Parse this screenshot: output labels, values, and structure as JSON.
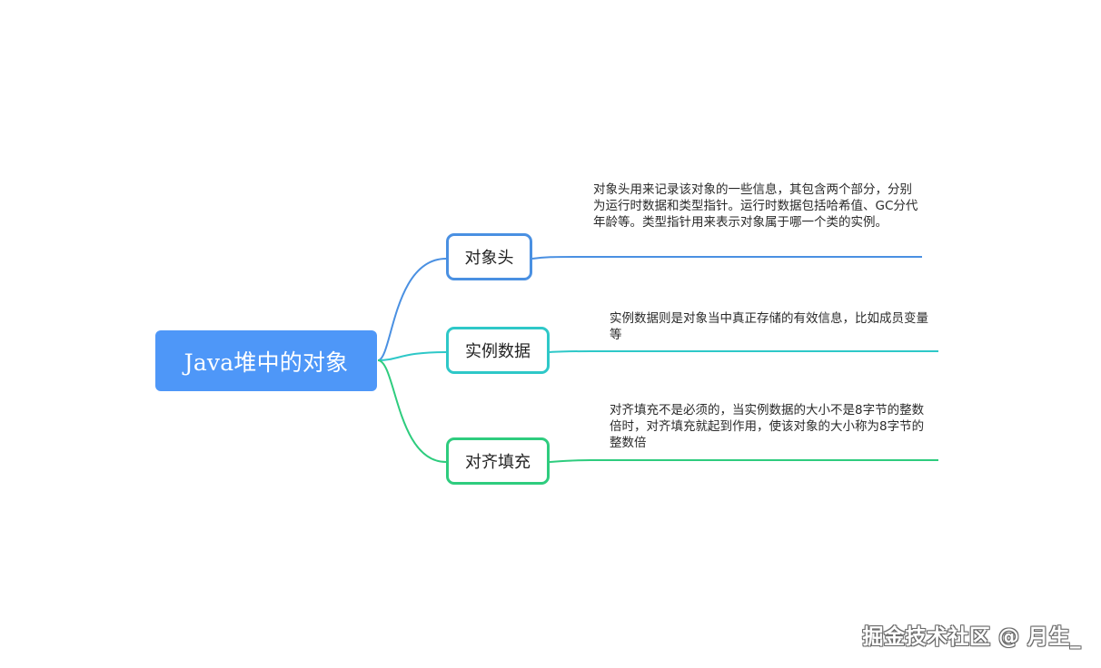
{
  "colors": {
    "root_fill": "#4e97f8",
    "branch_header": "#4a90e2",
    "branch_instance": "#2ec8c8",
    "branch_padding": "#2ecc7e"
  },
  "root": {
    "label": "Java堆中的对象"
  },
  "branches": [
    {
      "label": "对象头",
      "note": "对象头用来记录该对象的一些信息，其包含两个部分，分别为运行时数据和类型指针。运行时数据包括哈希值、GC分代年龄等。类型指针用来表示对象属于哪一个类的实例。"
    },
    {
      "label": "实例数据",
      "note": "实例数据则是对象当中真正存储的有效信息，比如成员变量等"
    },
    {
      "label": "对齐填充",
      "note": "对齐填充不是必须的，当实例数据的大小不是8字节的整数倍时，对齐填充就起到作用，使该对象的大小称为8字节的整数倍"
    }
  ],
  "watermark": "掘金技术社区 @ 月生_"
}
